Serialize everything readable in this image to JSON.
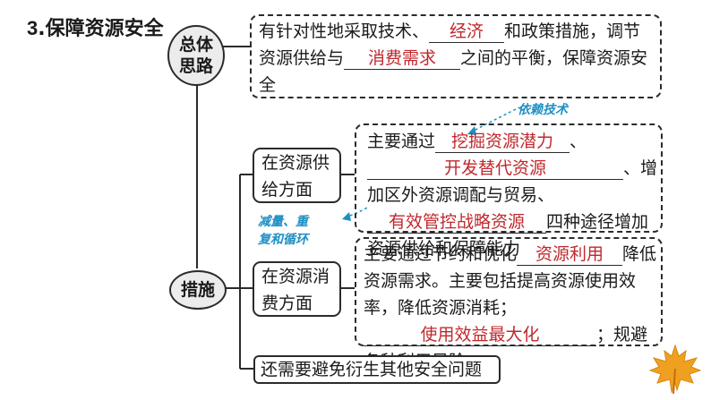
{
  "title": {
    "number": "3",
    "text": ".保障资源安全"
  },
  "overall": {
    "node_label": "总体思路",
    "node_line1": "总体",
    "node_line2": "思路",
    "text_part1": "有针对性地采取技术、",
    "answer1": "经济",
    "text_part2": "和政策措施，调节资源供给与",
    "answer2": "消费需求",
    "text_part3": "之间的平衡，保障资源安全"
  },
  "measures": {
    "node_label": "措施",
    "supply": {
      "label_line1": "在资源供",
      "label_line2": "给方面",
      "text_part1": "主要通过",
      "answer1": "挖掘资源潜力",
      "sep1": "、",
      "answer2": "开发替代资源",
      "text_part2": "、增加区外资源调配与贸易、",
      "answer3": "有效管控战略资源",
      "text_part3": "四种途径增加资源供给和保障能力"
    },
    "consumption": {
      "label_line1": "在资源消",
      "label_line2": "费方面",
      "text_part1": "主要通过节约和优化",
      "answer1": "资源利用",
      "text_part2": "降低资源需求。主要包括提高资源使用效率，降低资源消耗；",
      "answer2": "使用效益最大化",
      "text_part3": "；规避各种利用风险"
    },
    "other": "还需要避免衍生其他安全问题"
  },
  "annotations": {
    "note1": "依赖技术",
    "note2_line1": "减量、重",
    "note2_line2": "复和循环"
  },
  "colors": {
    "answer": "#c0282d",
    "annotation": "#1e8fc4",
    "leaf": "#f0a020"
  }
}
